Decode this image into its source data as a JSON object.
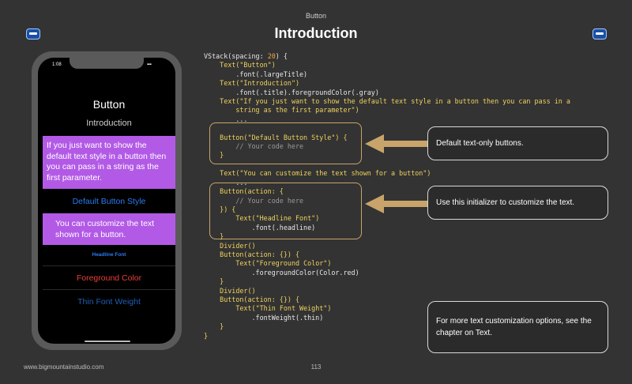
{
  "header": {
    "small_label": "Button",
    "title": "Introduction"
  },
  "phone": {
    "status_time": "1:08",
    "status_icons": "▪ ▪ ▪",
    "large_title": "Button",
    "subtitle": "Introduction",
    "desc1": "If you just want to show the default text style in a button then you can pass in a string as the first parameter.",
    "default_button": "Default Button Style",
    "desc2": "You can customize the text shown for a button.",
    "headline_button": "Headline Font",
    "foreground_button": "Foreground Color",
    "thin_button": "Thin Font Weight"
  },
  "code": {
    "l1a": "VStack(spacing: ",
    "l1b": "20",
    "l1c": ") {",
    "l2a": "    Text(",
    "l2b": "\"Button\"",
    "l2c": ")",
    "l3": "        .font(.largeTitle)",
    "l4a": "    Text(",
    "l4b": "\"Introduction\"",
    "l4c": ")",
    "l5": "        .font(.title).foregroundColor(.gray)",
    "l6a": "    Text(",
    "l6b": "\"If you just want to show the default text style in a button then you can pass in a",
    "l6c": "",
    "l7": "        string as the first parameter\")",
    "l8": "        ...",
    "l9a": "    Button(",
    "l9b": "\"Default Button Style\"",
    "l9c": ") {",
    "l10": "        // Your code here",
    "l11": "    }",
    "l12a": "    Text(",
    "l12b": "\"You can customize the text shown for a button\"",
    "l12c": ")",
    "l13": "        ...",
    "l14": "    Button(action: {",
    "l15": "        // Your code here",
    "l16": "    }) {",
    "l17a": "        Text(",
    "l17b": "\"Headline Font\"",
    "l17c": ")",
    "l18": "            .font(.headline)",
    "l19": "    }",
    "l20": "    Divider()",
    "l21": "    Button(action: {}) {",
    "l22a": "        Text(",
    "l22b": "\"Foreground Color\"",
    "l22c": ")",
    "l23": "            .foregroundColor(Color.red)",
    "l24": "    }",
    "l25": "    Divider()",
    "l26": "    Button(action: {}) {",
    "l27a": "        Text(",
    "l27b": "\"Thin Font Weight\"",
    "l27c": ")",
    "l28": "            .fontWeight(.thin)",
    "l29": "    }",
    "l30": "}"
  },
  "callouts": {
    "c1": "Default text-only buttons.",
    "c2": "Use this initializer to customize the text.",
    "c3": "For more text customization options, see the chapter on Text."
  },
  "footer": {
    "website": "www.bigmountainstudio.com",
    "page": "113"
  },
  "colors": {
    "background": "#333333",
    "purple": "#b25ae6",
    "blue": "#2a7cf0",
    "red": "#e8403a",
    "arrow": "#c9a46a"
  }
}
